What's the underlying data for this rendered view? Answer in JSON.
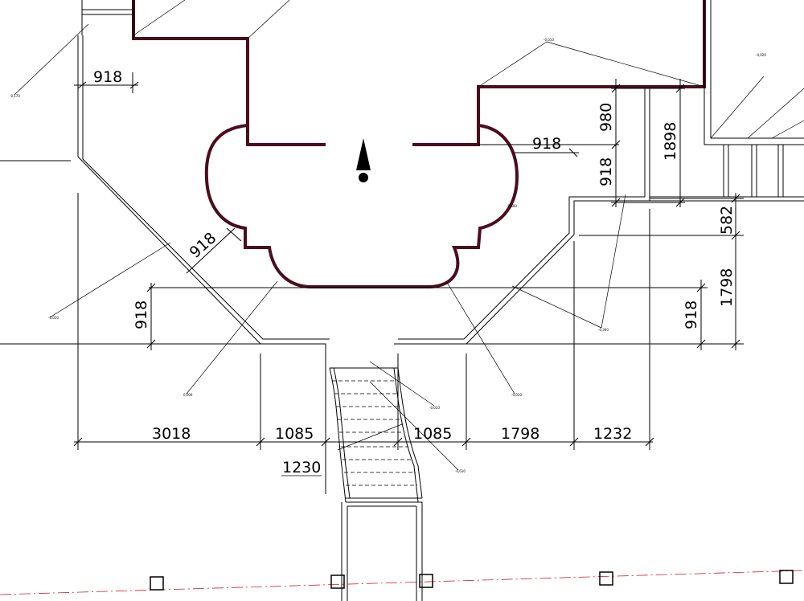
{
  "dimensions": {
    "top_left_918": "918",
    "right_918_horizontal": "918",
    "right_980": "980",
    "right_918_vertical": "918",
    "right_1898": "1898",
    "right_582": "582",
    "right_1798": "1798",
    "right_918_lower": "918",
    "left_918_diagonal": "918",
    "left_918_vertical": "918",
    "bottom_3018": "3018",
    "bottom_1085_left": "1085",
    "bottom_1085_right": "1085",
    "bottom_1798": "1798",
    "bottom_1232": "1232",
    "stair_1230": "1230"
  },
  "level_marks": {
    "mark_1": "-0,170",
    "mark_2": "-0,010",
    "mark_3": "-0,020",
    "mark_4": "-0,010",
    "mark_5": "-0,300",
    "mark_6": "0,000",
    "mark_7": "-0,010",
    "mark_8": "-0,010",
    "mark_9": "-0,630",
    "mark_10": "-0,600"
  },
  "colors": {
    "wall": "#4a0d1e",
    "line": "#000000",
    "axis": "#d0202a"
  },
  "icons": {
    "north_arrow": "north-arrow-icon",
    "grid_marker": "grid-axis-marker-icon"
  }
}
